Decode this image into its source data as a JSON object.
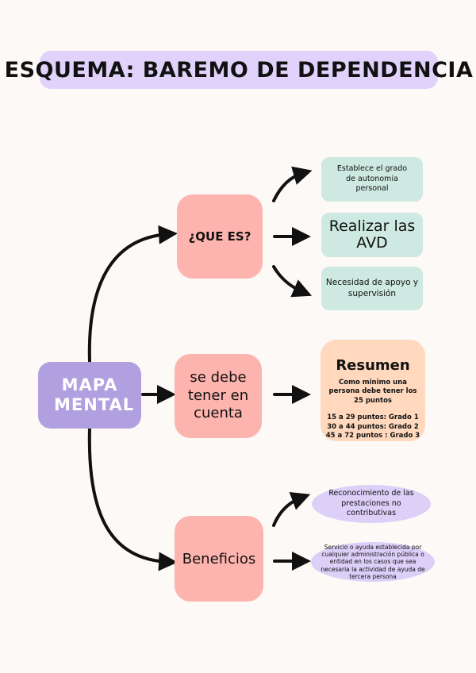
{
  "title": "ESQUEMA: BAREMO DE DEPENDENCIA",
  "colors": {
    "background": "#fdf9f6",
    "title_band": "#e0d2fb",
    "root_node": "#b0a0e0",
    "branch_node": "#fdb4ae",
    "teal_node": "#cde9e1",
    "summary_node": "#ffd8bd",
    "lavender_node": "#dccff8",
    "connector": "#111111"
  },
  "root": {
    "label": "MAPA MENTAL"
  },
  "branches": [
    {
      "label": "¿QUE ES?",
      "children": [
        {
          "label": "Establece el grado de autonomia personal"
        },
        {
          "label": "Realizar las AVD"
        },
        {
          "label": "Necesidad de apoyo y supervisión"
        }
      ]
    },
    {
      "label": "se debe tener en cuenta",
      "summary": {
        "title": "Resumen",
        "body": "Como minimo una persona debe tener los 25 puntos",
        "grades": [
          "15 a 29 puntos: Grado 1",
          "30 a 44 puntos: Grado 2",
          "45 a 72 puntos : Grado 3"
        ]
      }
    },
    {
      "label": "Beneficios",
      "children": [
        {
          "label": "Reconocimiento de las prestaciones no contributivas"
        },
        {
          "label": "Servicio o ayuda establecida por cualquier administración pública o entidad en los casos que sea necesaria la actividad de ayuda de tercera persona"
        }
      ]
    }
  ]
}
